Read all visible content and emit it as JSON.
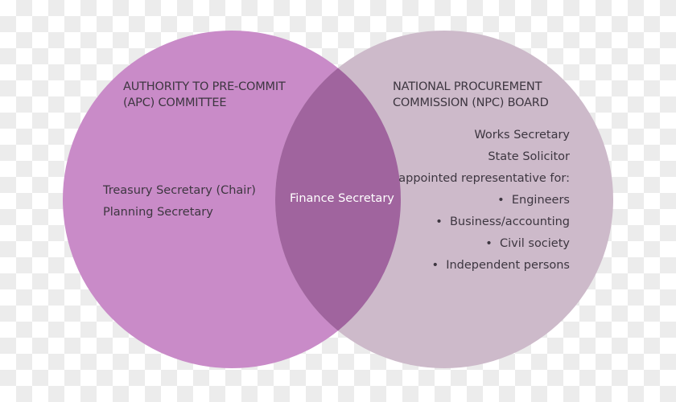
{
  "colors": {
    "left_circle": "#c98bc8",
    "right_circle": "#cdbaca",
    "overlap": "#a0649e"
  },
  "left": {
    "title_line1": "AUTHORITY TO PRE-COMMIT",
    "title_line2": "(APC) COMMITTEE",
    "members": [
      "Treasury Secretary (Chair)",
      "Planning Secretary"
    ]
  },
  "overlap": {
    "member": "Finance Secretary"
  },
  "right": {
    "title_line1": "NATIONAL PROCUREMENT",
    "title_line2": "COMMISSION (NPC) BOARD",
    "members": [
      "Works Secretary",
      "State Solicitor",
      "appointed representative for:"
    ],
    "bullets": [
      "Engineers",
      "Business/accounting",
      "Civil society",
      "Independent persons"
    ]
  }
}
